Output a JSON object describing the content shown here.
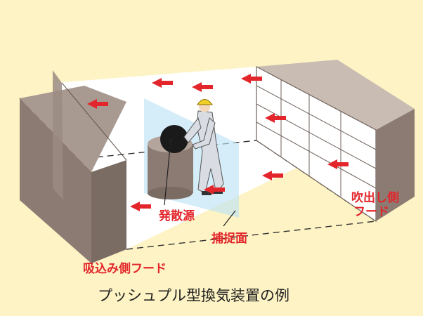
{
  "labels": {
    "source": "発散源",
    "capture_plane": "捕捉面",
    "blow_hood_line1": "吹出し側",
    "blow_hood_line2": "フード",
    "suction_hood": "吸込み側フード"
  },
  "caption": "プッシュプル型換気装置の例",
  "colors": {
    "background": "#fdf3c4",
    "hood": "#8c7b73",
    "arrow": "#e3262b",
    "label": "#e3262b",
    "helmet": "#f2d02a"
  }
}
